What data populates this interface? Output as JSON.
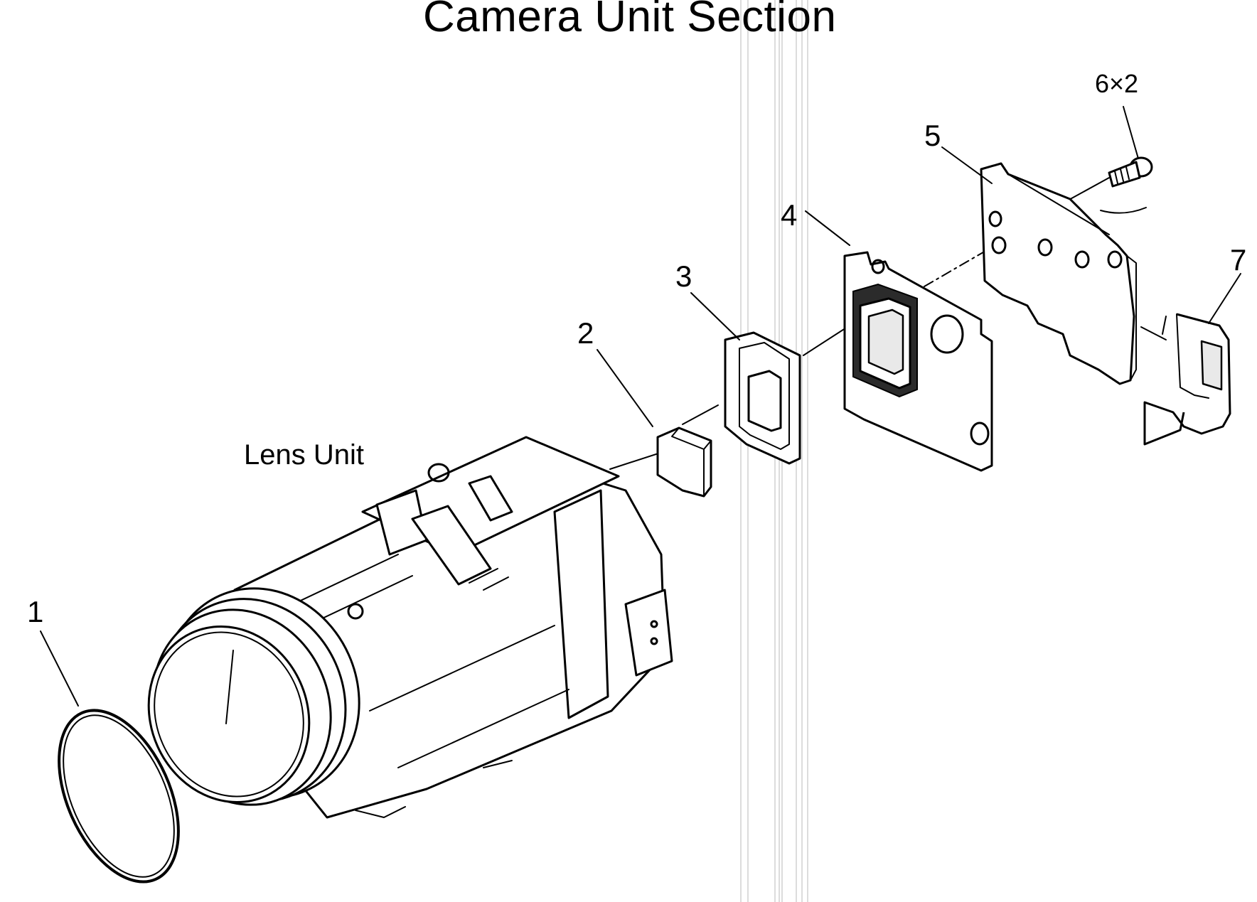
{
  "diagram": {
    "title": "Camera Unit Section",
    "lens_unit_label": "Lens Unit",
    "callouts": [
      {
        "id": "1",
        "label": "1"
      },
      {
        "id": "2",
        "label": "2"
      },
      {
        "id": "3",
        "label": "3"
      },
      {
        "id": "4",
        "label": "4"
      },
      {
        "id": "5",
        "label": "5"
      },
      {
        "id": "6",
        "label": "6×2"
      },
      {
        "id": "7",
        "label": "7"
      }
    ]
  }
}
